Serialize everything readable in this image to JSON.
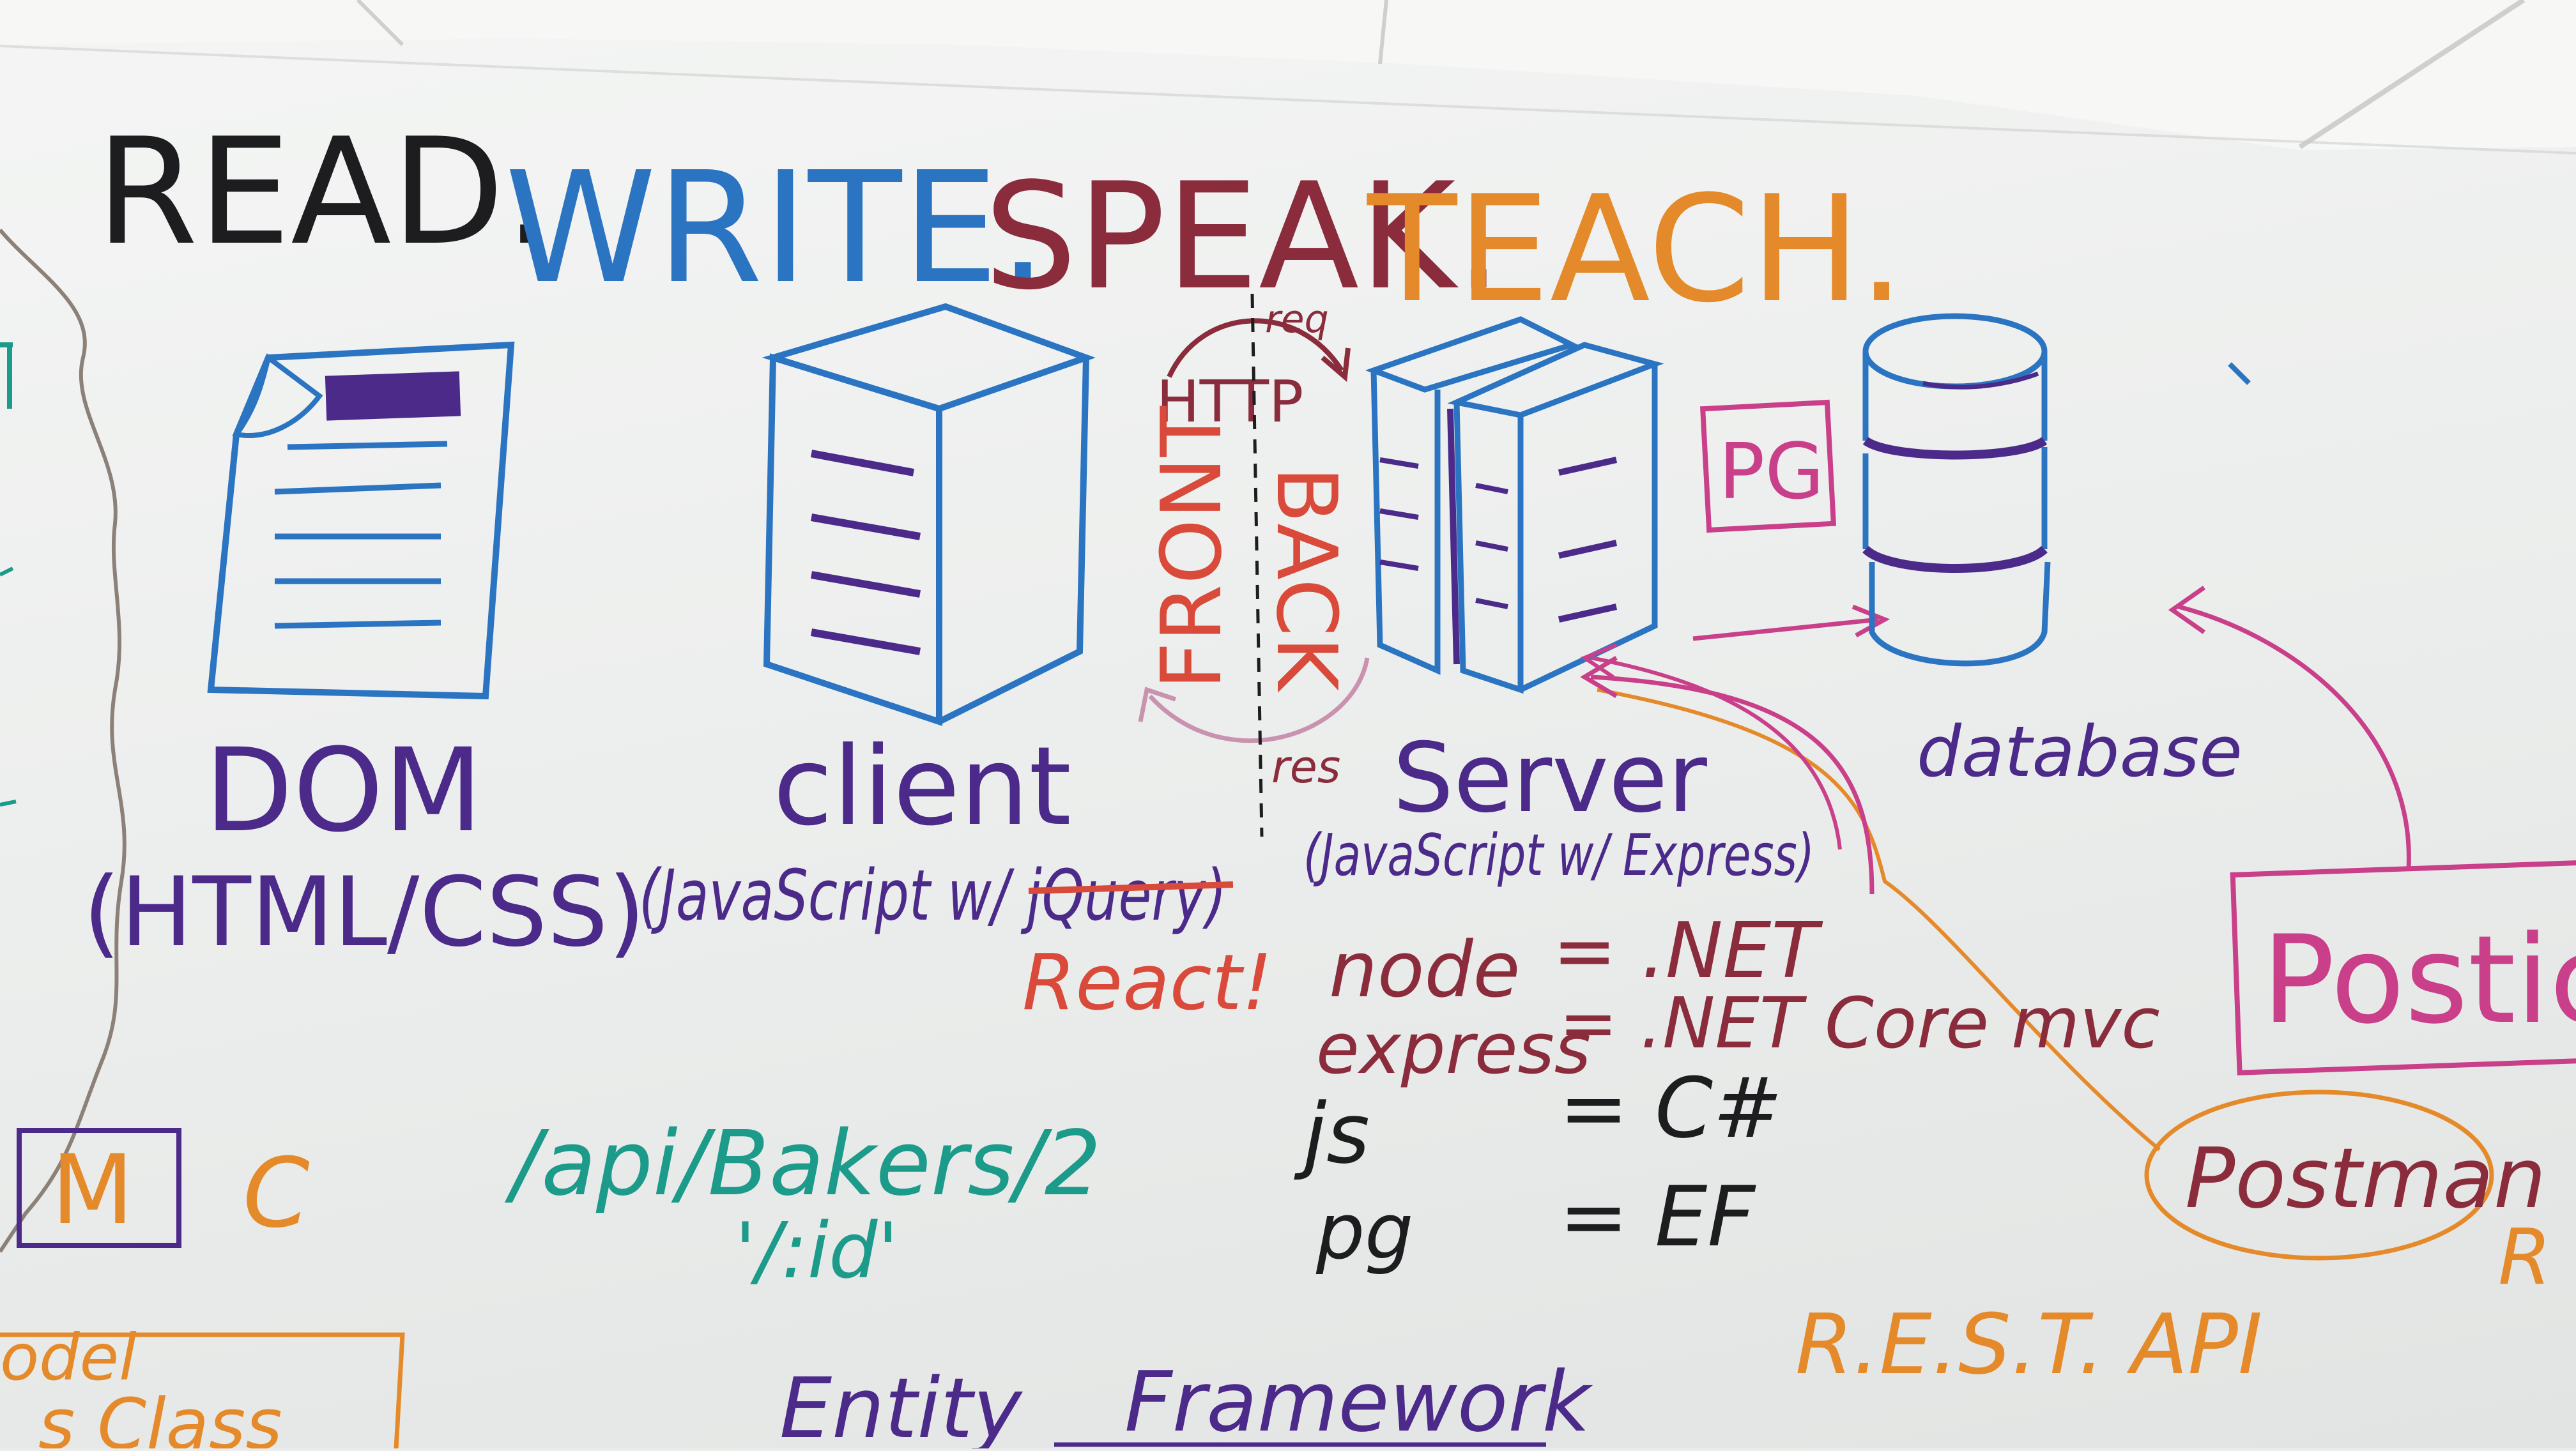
{
  "motto": {
    "read": "READ.",
    "write": "WRITE.",
    "speak": "SPEAK.",
    "teach": "TEACH."
  },
  "diagram": {
    "dom": {
      "label": "DOM",
      "sub": "(HTML/CSS)"
    },
    "client": {
      "label": "client",
      "sub": "(JavaScript w/ jQuery)",
      "struck": "jQuery",
      "correction": "React!"
    },
    "http": {
      "protocol": "HTTP",
      "request": "req",
      "response": "res",
      "front": "FRONT",
      "back": "BACK"
    },
    "server": {
      "label": "Server",
      "sub": "(JavaScript w/ Express)"
    },
    "pg_box": "PG",
    "database": {
      "label": "database"
    },
    "tools": {
      "postico": "Postico",
      "postman": "Postman"
    }
  },
  "equivalences": [
    {
      "left": "node",
      "right": "= .NET"
    },
    {
      "left": "express",
      "right": "= .NET Core mvc"
    },
    {
      "left": "js",
      "right": "= C#"
    },
    {
      "left": "pg",
      "right": "= EF"
    }
  ],
  "mvc": {
    "m": "M",
    "c": "C"
  },
  "route": {
    "path": "/api/Bakers/2",
    "param": "'/:id'"
  },
  "rest_api": "R.E.S.T. API",
  "entity": {
    "word1": "Entity",
    "word2": "Framework"
  },
  "fragments": {
    "model": "odel",
    "class": "s Class",
    "cut_r": "R"
  },
  "colors": {
    "black": "#1d1d1f",
    "blue": "#2b74c2",
    "maroon": "#8a2c3c",
    "orange": "#e58a2a",
    "purple": "#4b2a8a",
    "red": "#d94a3a",
    "pink": "#c93f8a",
    "teal": "#1c9a8a"
  }
}
